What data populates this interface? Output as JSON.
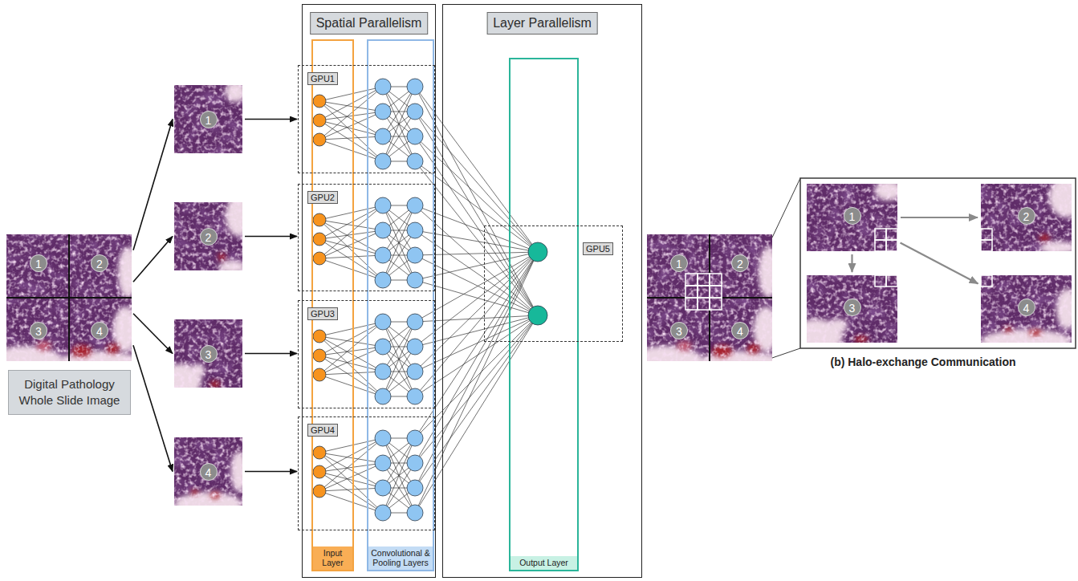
{
  "diagram": {
    "caption": "(b) Halo-exchange Communication",
    "nodes": [
      {
        "text": [
          "1",
          "2",
          "3",
          "4"
        ]
      },
      {
        "text": [
          "Digital Pathology Whole Slide Image"
        ]
      },
      {
        "text": [
          "1"
        ]
      },
      {
        "text": [
          "2"
        ]
      },
      {
        "text": [
          "3"
        ]
      },
      {
        "text": [
          "4"
        ]
      },
      {
        "text": [
          "Spatial Parallelism"
        ]
      },
      {
        "text": [
          "Input Layer"
        ],
        "in": 6
      },
      {
        "text": [
          "Convolutional & Pooling Layers"
        ],
        "in": 6
      },
      {
        "text": [
          "GPU1"
        ],
        "in": 6
      },
      {
        "text": [
          "GPU2"
        ],
        "in": 6
      },
      {
        "text": [
          "GPU3"
        ],
        "in": 6
      },
      {
        "text": [
          "GPU4"
        ],
        "in": 6
      },
      {
        "text": [
          "Layer Parallelism"
        ]
      },
      {
        "text": [
          "Output Layer"
        ],
        "in": 13
      },
      {
        "text": [
          "GPU5"
        ],
        "in": 13
      },
      {
        "text": [
          "1",
          "2",
          "3",
          "4"
        ]
      },
      {
        "text": [
          "1"
        ]
      },
      {
        "text": [
          "2"
        ]
      },
      {
        "text": [
          "3"
        ]
      },
      {
        "text": [
          "4"
        ]
      }
    ],
    "edges": [
      {
        "from": 0,
        "to": 2,
        "arrow": "to"
      },
      {
        "from": 0,
        "to": 3,
        "arrow": "to"
      },
      {
        "from": 0,
        "to": 4,
        "arrow": "to"
      },
      {
        "from": 0,
        "to": 5,
        "arrow": "to"
      },
      {
        "from": 2,
        "to": 9,
        "arrow": "to"
      },
      {
        "from": 3,
        "to": 10,
        "arrow": "to"
      },
      {
        "from": 4,
        "to": 11,
        "arrow": "to"
      },
      {
        "from": 5,
        "to": 12,
        "arrow": "to"
      },
      {
        "from": 17,
        "to": 18,
        "arrow": "to"
      },
      {
        "from": 17,
        "to": 19,
        "arrow": "to"
      },
      {
        "from": 17,
        "to": 20,
        "arrow": "to"
      }
    ]
  }
}
